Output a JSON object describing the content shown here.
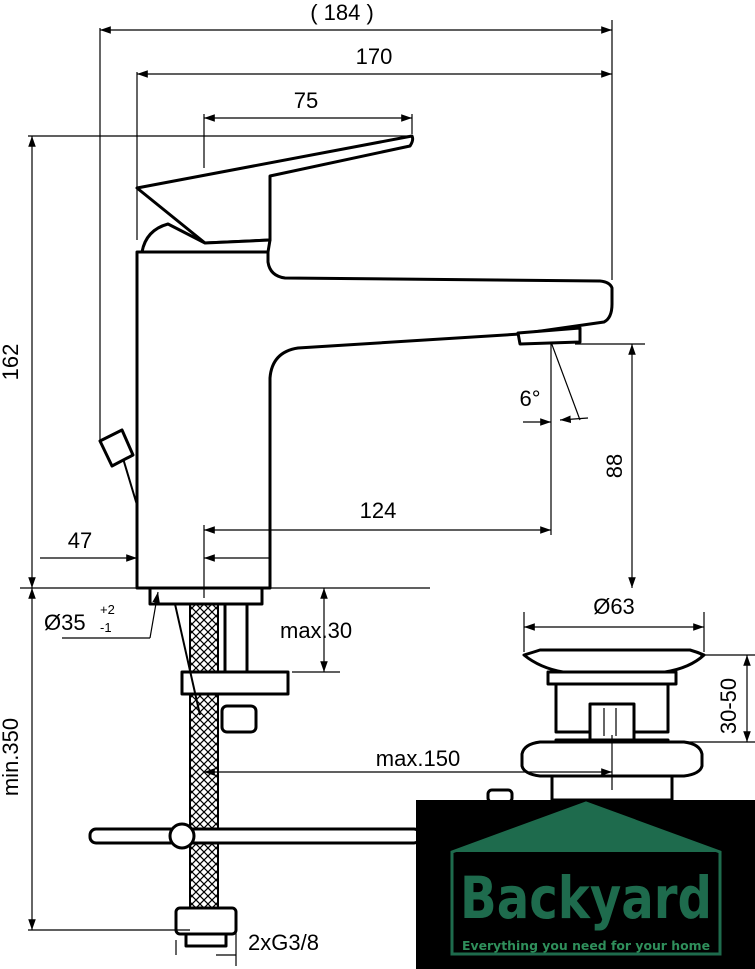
{
  "dimensions": {
    "overall_width": "( 184 )",
    "body_width": "170",
    "lever_offset": "75",
    "height": "162",
    "spout_reach": "124",
    "body_depth": "47",
    "spout_height": "88",
    "spray_angle": "6°",
    "hole_diameter": "Ø35",
    "hole_tolerance_plus": "+2",
    "hole_tolerance_minus": "-1",
    "deck_thickness": "max.30",
    "hose_length": "min.350",
    "rod_length": "max.150",
    "waste_diameter": "Ø63",
    "waste_range": "30-50",
    "connection": "2xG3/8"
  },
  "logo": {
    "title": "Backyard",
    "tagline": "Everything you need for your home",
    "colors": {
      "background": "#000000",
      "house": "#1e6b4d",
      "text": "#1e6b4d",
      "tagline": "#2f8f5b"
    }
  }
}
